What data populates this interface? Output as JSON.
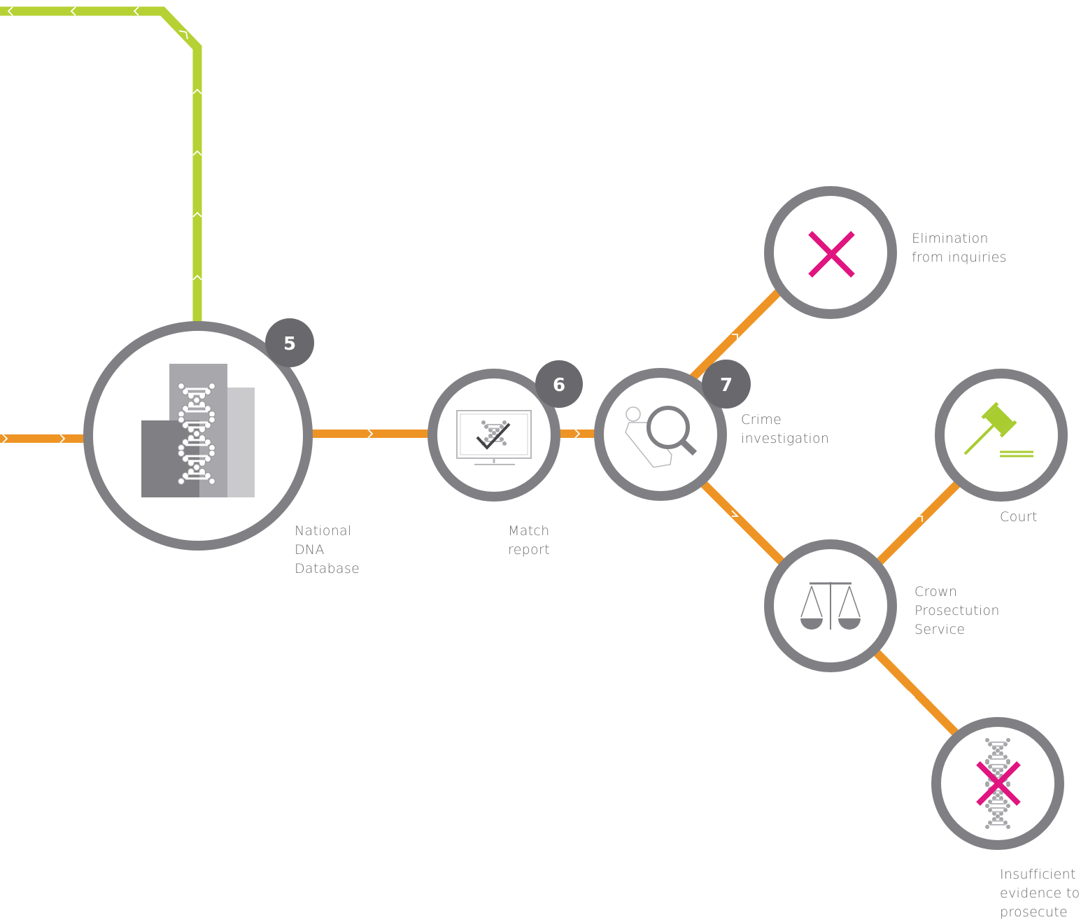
{
  "diagram": {
    "colors": {
      "orange_line": "#ee9425",
      "green_line": "#b5d134",
      "node_ring": "#808084",
      "badge": "#69696d",
      "cross": "#e0157f",
      "gavel": "#a9cc31",
      "label_text": "#6f6f73"
    },
    "badges": {
      "step5": "5",
      "step6": "6",
      "step7": "7"
    },
    "nodes": {
      "national_dna_database": {
        "icon": "dna-database-icon",
        "label_lines": [
          "National",
          "DNA",
          "Database"
        ]
      },
      "match_report": {
        "icon": "monitor-dna-check-icon",
        "label_lines": [
          "Match",
          "report"
        ]
      },
      "crime_investigation": {
        "icon": "magnifier-person-icon",
        "label_lines": [
          "Crime",
          "investigation"
        ]
      },
      "elimination": {
        "icon": "cross-icon",
        "label_lines": [
          "Elimination",
          "from inquiries"
        ]
      },
      "court": {
        "icon": "gavel-icon",
        "label_lines": [
          "Court"
        ]
      },
      "cps": {
        "icon": "scales-icon",
        "label_lines": [
          "Crown",
          "Prosectution",
          "Service"
        ]
      },
      "insufficient": {
        "icon": "dna-cross-icon",
        "label_lines": [
          "Insufficient",
          "evidence to",
          "prosecute"
        ]
      }
    }
  }
}
